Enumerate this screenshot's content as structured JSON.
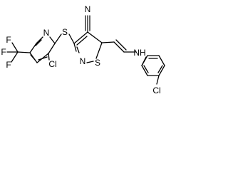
{
  "molecule": {
    "atoms": {
      "f_top": "F",
      "f_left": "F",
      "f_bottom": "F",
      "n_pyridine": "N",
      "s_thioether": "S",
      "cl_pyridine": "Cl",
      "n_nitrile": "N",
      "s_ring": "S",
      "n_ring": "N",
      "nh": "NH",
      "cl_phenyl": "Cl"
    }
  }
}
